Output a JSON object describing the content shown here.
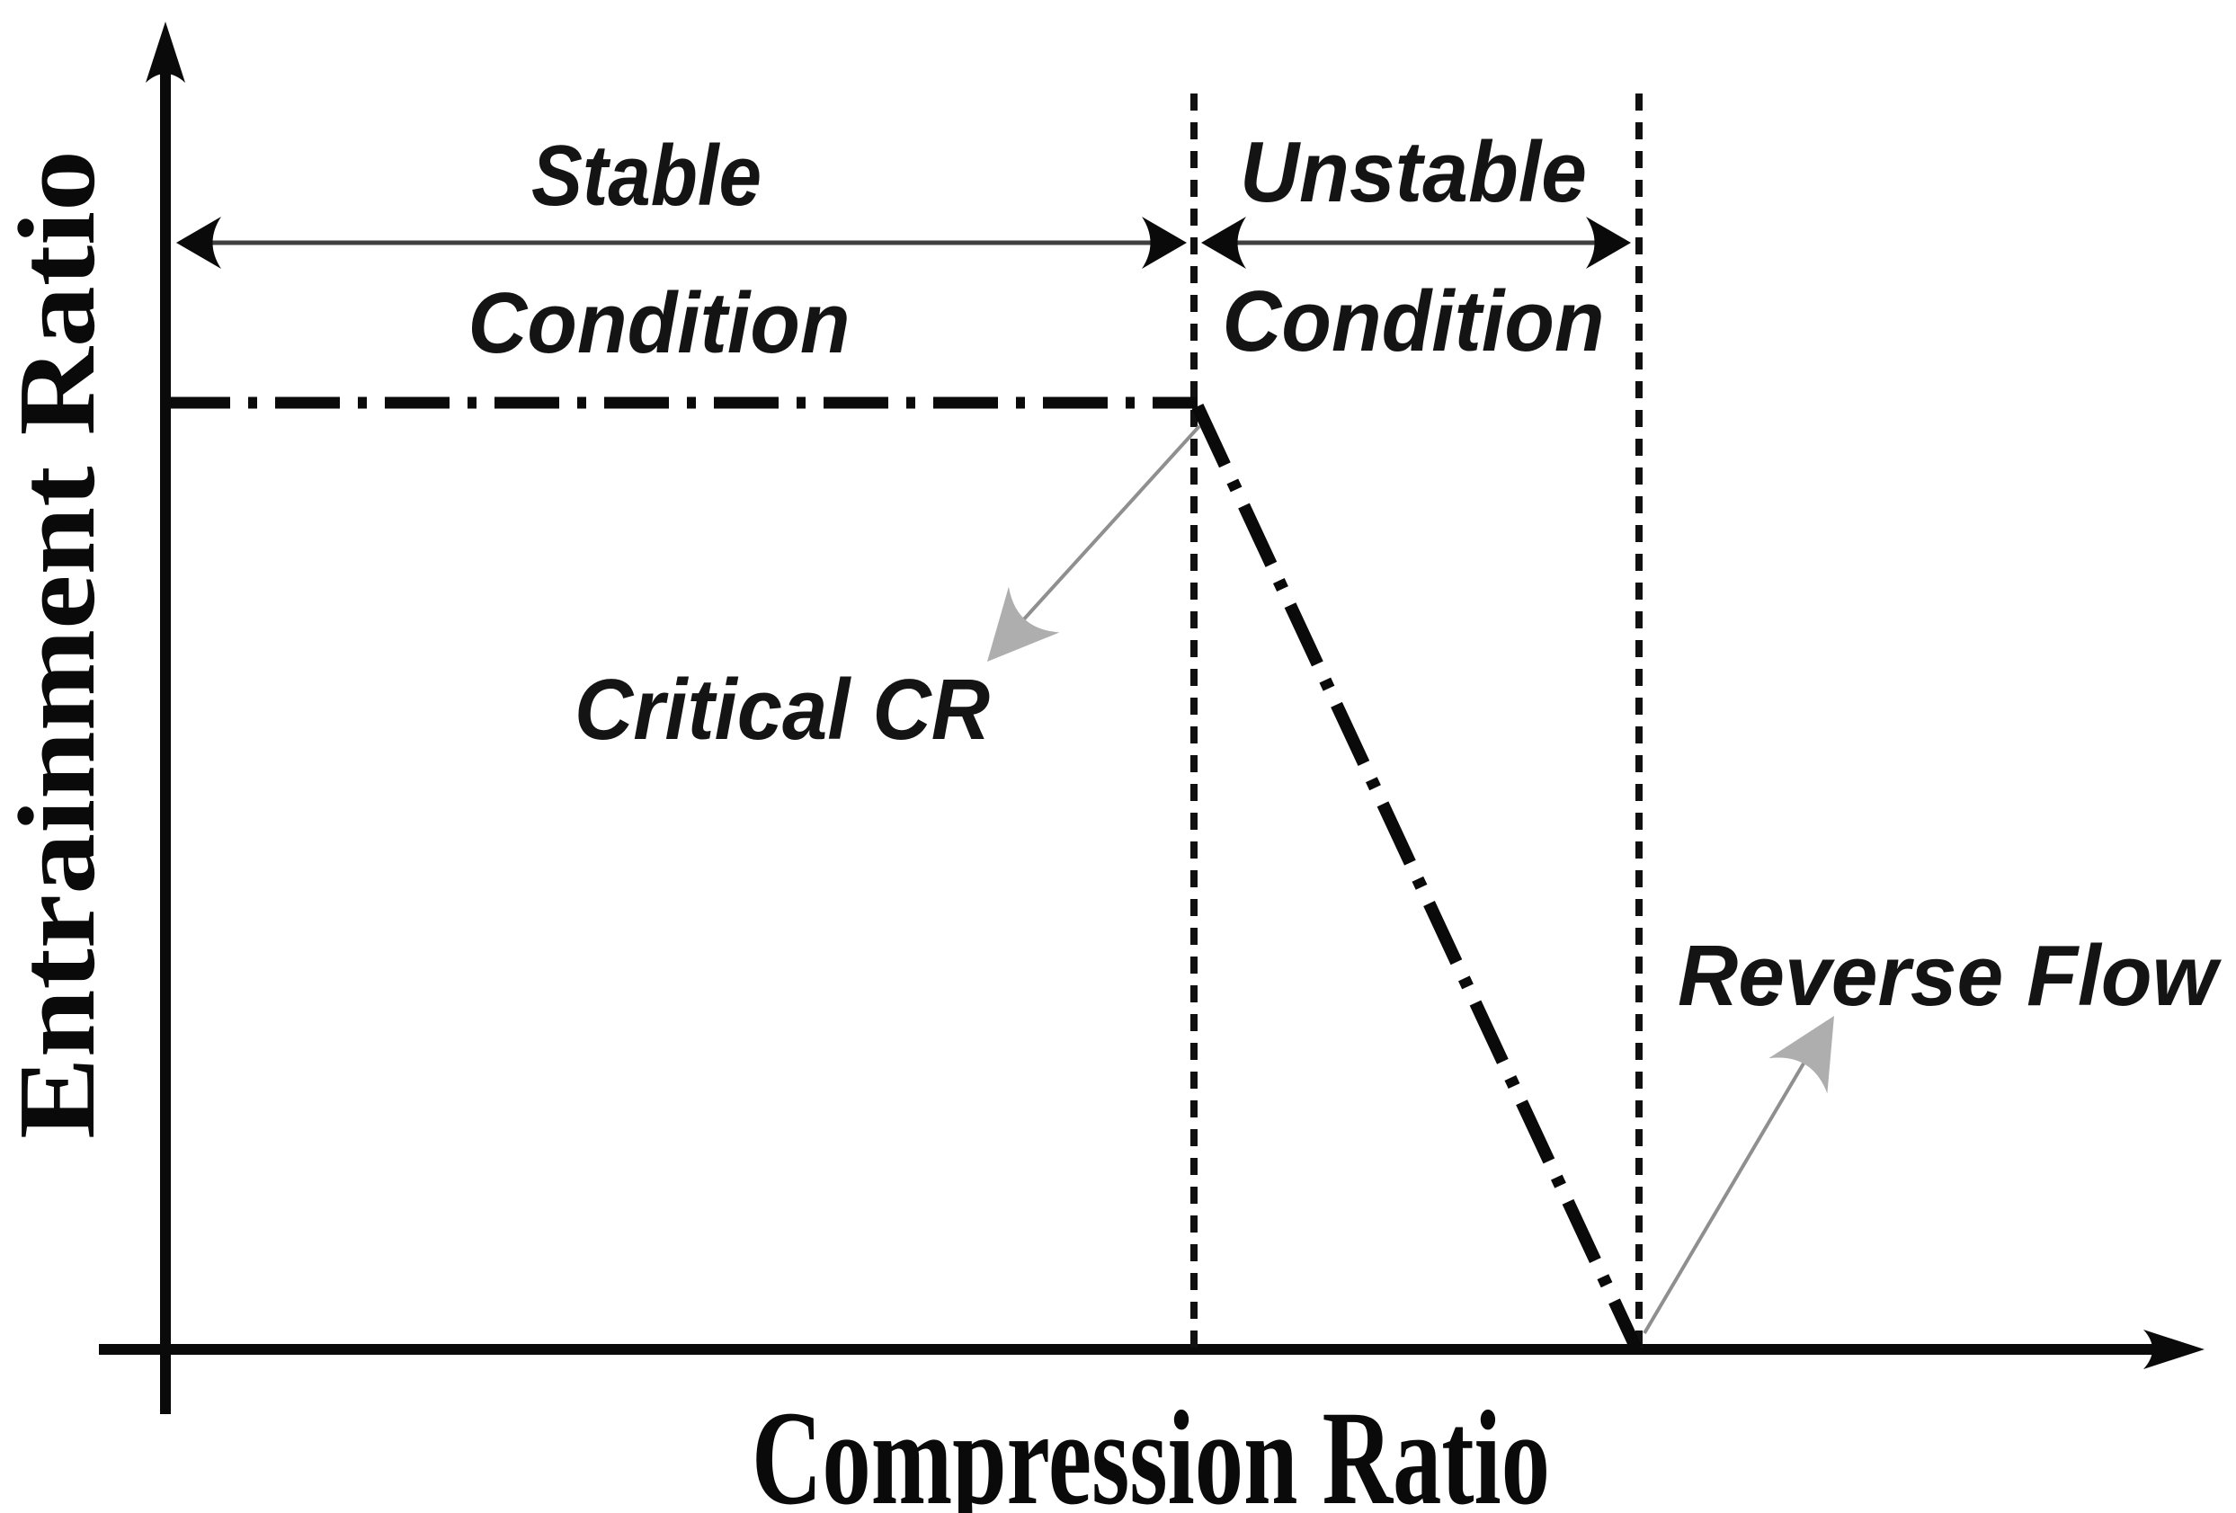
{
  "figure": {
    "background": "#ffffff",
    "axes": {
      "x_label": "Compression Ratio",
      "y_label": "Entrainment Ratio"
    },
    "regions": {
      "stable": {
        "title": "Stable",
        "subtitle": "Condition"
      },
      "unstable": {
        "title": "Unstable",
        "subtitle": "Condition"
      }
    },
    "annotations": {
      "critical_cr": {
        "label": "Critical CR"
      },
      "reverse_flow": {
        "label": "Reverse Flow"
      }
    },
    "colors": {
      "axis": "#0a0a0a",
      "curve": "#0a0a0a",
      "boundary_dashed": "#111111",
      "range_arrow_line": "#3f3f3f",
      "range_arrow_head": "#0a0a0a",
      "annotation_arrow_line": "#8f8f8f",
      "annotation_arrow_head": "#aeaeae",
      "label_text": "#141414"
    }
  },
  "chart_data": {
    "type": "line",
    "title": "",
    "xlabel": "Compression Ratio",
    "ylabel": "Entrainment Ratio",
    "axes_quantitative": false,
    "tick_labels": "none (qualitative sketch)",
    "series": [
      {
        "name": "Ejector entrainment-ratio performance curve",
        "style": "dash-dot",
        "x_norm": [
          0.0,
          0.506,
          0.725
        ],
        "y_norm": [
          0.715,
          0.715,
          0.0
        ],
        "description": "Entrainment ratio stays constant across the stable region up to the critical compression ratio, then falls linearly to zero (reverse flow) in the unstable region"
      }
    ],
    "boundaries": [
      {
        "name": "Critical CR",
        "x_norm": 0.506,
        "marker": "vertical dashed line"
      },
      {
        "name": "Reverse Flow",
        "x_norm": 0.725,
        "marker": "vertical dashed line"
      }
    ],
    "regions": [
      {
        "label": "Stable Condition",
        "x_range_norm": [
          0.0,
          0.506
        ]
      },
      {
        "label": "Unstable Condition",
        "x_range_norm": [
          0.506,
          0.725
        ]
      }
    ],
    "legend": "none",
    "grid": false
  }
}
